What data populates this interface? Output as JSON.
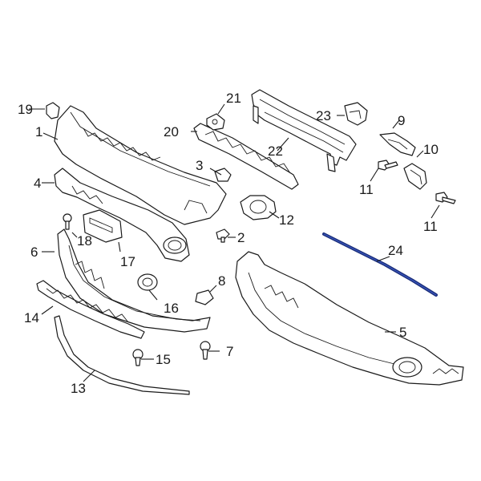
{
  "diagram": {
    "highlight_color": "#1c2f7a",
    "callouts": [
      {
        "id": "c1",
        "label": "1"
      },
      {
        "id": "c2",
        "label": "2"
      },
      {
        "id": "c3",
        "label": "3"
      },
      {
        "id": "c4",
        "label": "4"
      },
      {
        "id": "c5",
        "label": "5"
      },
      {
        "id": "c6",
        "label": "6"
      },
      {
        "id": "c7",
        "label": "7"
      },
      {
        "id": "c8",
        "label": "8"
      },
      {
        "id": "c9",
        "label": "9"
      },
      {
        "id": "c10",
        "label": "10"
      },
      {
        "id": "c11a",
        "label": "11"
      },
      {
        "id": "c11b",
        "label": "11"
      },
      {
        "id": "c12",
        "label": "12"
      },
      {
        "id": "c13",
        "label": "13"
      },
      {
        "id": "c14",
        "label": "14"
      },
      {
        "id": "c15",
        "label": "15"
      },
      {
        "id": "c16",
        "label": "16"
      },
      {
        "id": "c17",
        "label": "17"
      },
      {
        "id": "c18",
        "label": "18"
      },
      {
        "id": "c19",
        "label": "19"
      },
      {
        "id": "c20",
        "label": "20"
      },
      {
        "id": "c21",
        "label": "21"
      },
      {
        "id": "c22",
        "label": "22"
      },
      {
        "id": "c23",
        "label": "23"
      },
      {
        "id": "c24",
        "label": "24"
      }
    ]
  }
}
